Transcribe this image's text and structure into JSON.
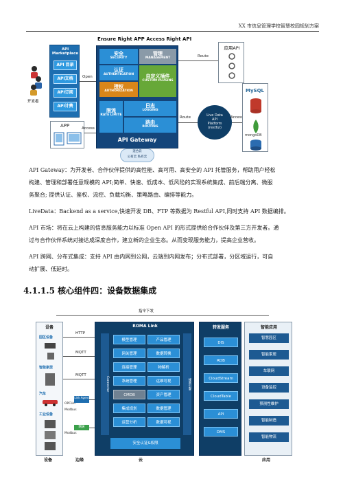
{
  "header": {
    "title": "XX 市信息管理学校智慧校园规划方案"
  },
  "figure1": {
    "title": "Ensure Right APP Access Right API",
    "marketplace": {
      "title": "API Marketplace",
      "items": [
        "API 目录",
        "API文档",
        "API订阅",
        "API计费"
      ]
    },
    "developer_label": "开发者",
    "open_label": "Open",
    "access_label": "Access",
    "route_label_top": "Route",
    "route_label_mid": "Route",
    "access_label_right": "Access",
    "app_label": "APP",
    "gateway": {
      "blocks": [
        {
          "cn": "安全",
          "en": "SECURITY"
        },
        {
          "cn": "管理",
          "en": "MANAGEMENT"
        },
        {
          "cn": "认证",
          "en": "AUTHENTICATION"
        },
        {
          "cn": "自定义插件",
          "en": "CUSTOM PLUGINS"
        },
        {
          "cn": "授权",
          "en": "AUTHORIZATION"
        },
        {
          "cn": "限流",
          "en": "RATE LIMITE"
        },
        {
          "cn": "日志",
          "en": "LOGGING"
        },
        {
          "cn": "路由",
          "en": "ROUTING"
        }
      ],
      "label": "API Gateway"
    },
    "cloud": {
      "items": [
        "混合云",
        "公有云",
        "私有云"
      ]
    },
    "api_box": {
      "title": "应用API"
    },
    "live_data": {
      "line1": "Live Data",
      "line2": "API",
      "line3": "Platform",
      "line4": "(restful)"
    },
    "db_labels": [
      "MySQL",
      "mongoDB"
    ]
  },
  "paragraphs": [
    "API Gateway：为开发者、合作伙伴提供的高性能、高可用、高安全的 API 托管服务，帮助用户轻松",
    "构建、管理和部署任意规模的 API;简单、快速、低成本、低风险的实现系统集成、前后端分离、微服",
    "务聚合; 提供认证、鉴权、流控、负载均衡、策略路由、编排等能力。",
    "LiveData：Backend as a service,快速开发 DB、FTP 等数据为 Restful API,同时支持 API 数据编排。",
    "API 市场：将在云上构建的信息服务能力以标准 Open API 的形式提供给合作伙伴及第三方开发者。通",
    "过与合作伙伴系统对接达成深度合作，建立新的企业生态。从而变现服务能力，提高企业营收。",
    "API 跨网、分布式集成：支持 API 由内网到公网，云端到内网发布；分布式部署，分区域运行，可自",
    "动扩展、低延时。"
  ],
  "section_heading": "4.1.1.5  核心组件四：设备数据集成",
  "figure2": {
    "command_label": "指令下发",
    "devices_title": "设备",
    "device_items": [
      "园区设备",
      "智能家居",
      "汽车",
      "工业设备"
    ],
    "protocols": [
      "HTTP",
      "MQTT",
      "MQTT",
      "OPCUA",
      "Modbus",
      "Modbus"
    ],
    "edge_labels": [
      "Link Agent",
      "网关"
    ],
    "roma": {
      "title": "ROMA Link",
      "connector": "Connector",
      "message_engine": "规则引擎",
      "left_items": [
        "模型管理",
        "网关管理",
        "连接管理",
        "系统管理",
        "CMDB",
        "集成规划",
        "运营分析"
      ],
      "right_items": [
        "产品管理",
        "数据转换",
        "物解析",
        "运维可视",
        "资产管理",
        "数据管理",
        "数据可视"
      ],
      "security": "安全认证&权限"
    },
    "forwarding": {
      "title": "转发服务",
      "items": [
        "DIS",
        "RDB",
        "CloudStream",
        "CloudTable",
        "API",
        "DMS"
      ]
    },
    "apps": {
      "title": "智能应用",
      "items": [
        "智慧园区",
        "智能家居",
        "车联网",
        "设备监控",
        "预测性维护",
        "智能制造",
        "智能物流"
      ]
    },
    "bottom_labels": [
      "设备",
      "边缘",
      "云",
      "应用"
    ]
  }
}
